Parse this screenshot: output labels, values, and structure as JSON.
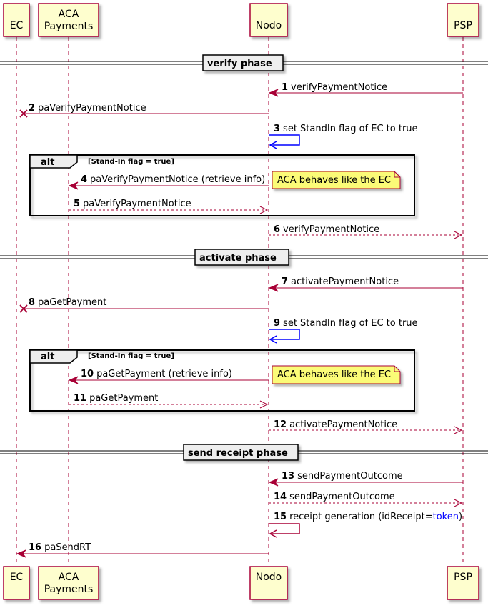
{
  "participants": [
    {
      "id": "ec",
      "label": "EC"
    },
    {
      "id": "aca",
      "label": "ACA\nPayments"
    },
    {
      "id": "nodo",
      "label": "Nodo"
    },
    {
      "id": "psp",
      "label": "PSP"
    }
  ],
  "colors": {
    "participant_fill": "#FEFECE",
    "participant_border": "#A80036",
    "arrow": "#A80036",
    "self_arrow_blue": "#0000FF",
    "lifeline": "#A80036",
    "note_fill": "#FBFB77",
    "separator_fill": "#EEEEEE",
    "token_highlight": "#0000FF"
  },
  "separators": [
    "verify phase",
    "activate phase",
    "send receipt phase"
  ],
  "alt_frames": [
    {
      "keyword": "alt",
      "guard": "[Stand-In flag = true]",
      "note": "ACA behaves like the EC"
    },
    {
      "keyword": "alt",
      "guard": "[Stand-In flag = true]",
      "note": "ACA behaves like the EC"
    }
  ],
  "messages": [
    {
      "num": "1",
      "label": "verifyPaymentNotice",
      "from": "psp",
      "to": "nodo",
      "style": "solid"
    },
    {
      "num": "2",
      "label": "paVerifyPaymentNotice",
      "from": "nodo",
      "to": "ec",
      "style": "lost"
    },
    {
      "num": "3",
      "label": "set StandIn flag of EC to true",
      "from": "nodo",
      "to": "nodo",
      "style": "self-blue"
    },
    {
      "num": "4",
      "label": "paVerifyPaymentNotice (retrieve info)",
      "from": "nodo",
      "to": "aca",
      "style": "solid"
    },
    {
      "num": "5",
      "label": "paVerifyPaymentNotice",
      "from": "aca",
      "to": "nodo",
      "style": "dashed"
    },
    {
      "num": "6",
      "label": "verifyPaymentNotice",
      "from": "nodo",
      "to": "psp",
      "style": "dashed"
    },
    {
      "num": "7",
      "label": "activatePaymentNotice",
      "from": "psp",
      "to": "nodo",
      "style": "solid"
    },
    {
      "num": "8",
      "label": "paGetPayment",
      "from": "nodo",
      "to": "ec",
      "style": "lost"
    },
    {
      "num": "9",
      "label": "set StandIn flag of EC to true",
      "from": "nodo",
      "to": "nodo",
      "style": "self-blue"
    },
    {
      "num": "10",
      "label": "paGetPayment (retrieve info)",
      "from": "nodo",
      "to": "aca",
      "style": "solid"
    },
    {
      "num": "11",
      "label": "paGetPayment",
      "from": "aca",
      "to": "nodo",
      "style": "dashed"
    },
    {
      "num": "12",
      "label": "activatePaymentNotice",
      "from": "nodo",
      "to": "psp",
      "style": "dashed"
    },
    {
      "num": "13",
      "label": "sendPaymentOutcome",
      "from": "psp",
      "to": "nodo",
      "style": "solid"
    },
    {
      "num": "14",
      "label": "sendPaymentOutcome",
      "from": "nodo",
      "to": "psp",
      "style": "dashed"
    },
    {
      "num": "15",
      "label": "receipt generation (idReceipt=",
      "label_token": "token",
      "label_end": ")",
      "from": "nodo",
      "to": "nodo",
      "style": "self"
    },
    {
      "num": "16",
      "label": "paSendRT",
      "from": "nodo",
      "to": "ec",
      "style": "solid"
    }
  ]
}
